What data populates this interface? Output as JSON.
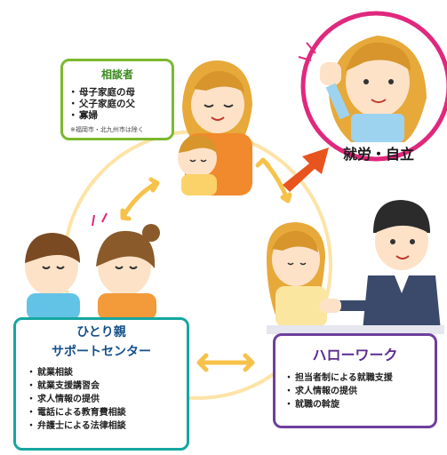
{
  "consultation_box": {
    "title": "相談者",
    "items": [
      "母子家庭の母",
      "父子家庭の父",
      "寡婦"
    ],
    "note": "※福岡市・北九州市は除く"
  },
  "goal": {
    "label": "就労・自立"
  },
  "support_center_box": {
    "title_line1": "ひとり親",
    "title_line2": "サポートセンター",
    "items": [
      "就業相談",
      "就業支援講習会",
      "求人情報の提供",
      "電話による教育費相談",
      "弁護士による法律相談"
    ]
  },
  "hello_work_box": {
    "title": "ハローワーク",
    "items": [
      "担当者制による就職支援",
      "求人情報の提供",
      "就職の斡旋"
    ]
  },
  "colors": {
    "consult_border": "#7cb82f",
    "consult_title": "#3a8a1c",
    "support_border": "#16a6a0",
    "support_title": "#16508a",
    "hello_work_border": "#6e3f9c",
    "hello_work_title": "#5b2d8e",
    "goal_ring": "#e0287d",
    "cycle_arrows": "#f6c24a",
    "goal_arrow": "#e8541e"
  }
}
